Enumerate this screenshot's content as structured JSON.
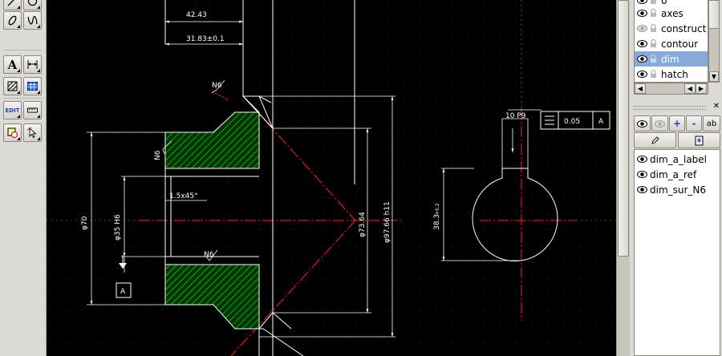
{
  "toolbar": {
    "text_tool_glyph": "A",
    "edit_label": "EDIT"
  },
  "layers": {
    "items": [
      {
        "name": "0",
        "visible": true
      },
      {
        "name": "axes",
        "visible": true
      },
      {
        "name": "construct",
        "visible": false
      },
      {
        "name": "contour",
        "visible": true
      },
      {
        "name": "dim",
        "visible": true,
        "selected": true
      },
      {
        "name": "hatch",
        "visible": true
      }
    ]
  },
  "blocks": {
    "add_label": "+",
    "remove_label": "-",
    "rename_label": "ab",
    "items": [
      {
        "name": "dim_a_label"
      },
      {
        "name": "dim_a_ref"
      },
      {
        "name": "dim_sur_N6"
      }
    ]
  },
  "drawing": {
    "dim_42_43": "42.43",
    "dim_31_83": "31.83±0.1",
    "roughness_top": "N6",
    "roughness_left": "N6",
    "roughness_bottom": "N6",
    "chamfer": "1.5x45°",
    "dia_70": "φ70",
    "dia_35": "φ35 H6",
    "datum_letter": "A",
    "dia_73_64": "φ73.64",
    "dia_97_66": "φ97.66 h11",
    "keyway_width": "10 P9",
    "tolerance_value": "0.05",
    "tolerance_datum": "A",
    "keyway_depth": "38.3",
    "keyway_depth_tol": "+0.2",
    "colors": {
      "background": "#000000",
      "geometry": "#ffffff",
      "center_line": "#ff0000",
      "hatch": "#00ff00",
      "grid": "#444444"
    }
  }
}
